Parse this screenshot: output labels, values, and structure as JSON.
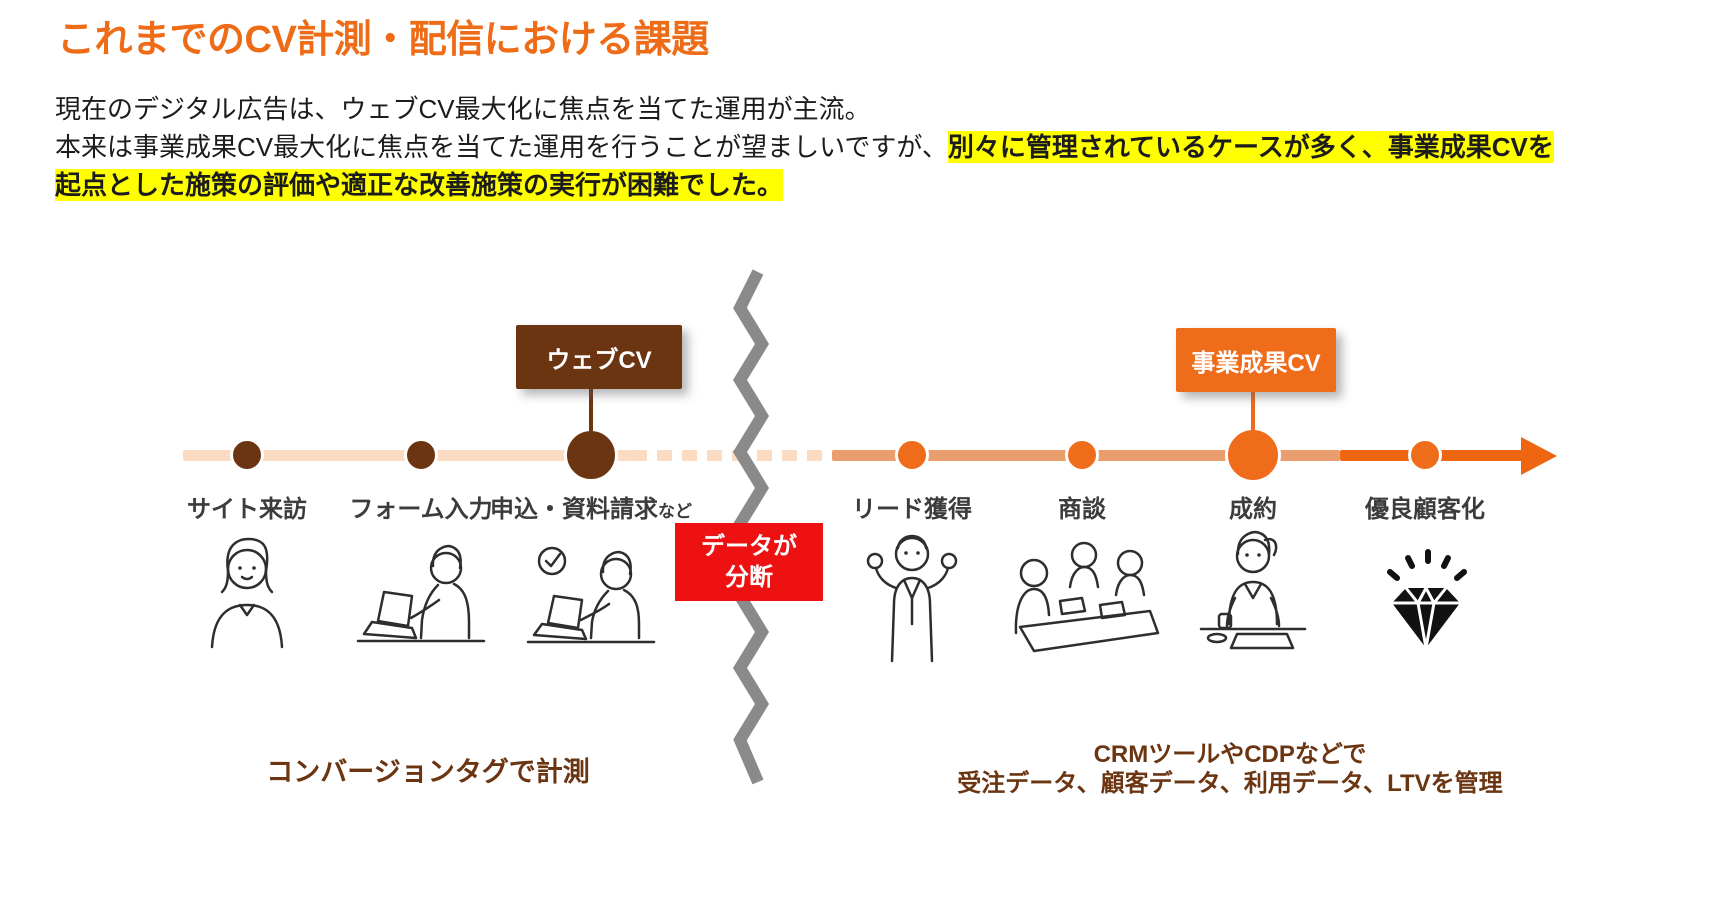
{
  "title": "これまでのCV計測・配信における課題",
  "intro": {
    "line1": "現在のデジタル広告は、ウェブCV最大化に焦点を当てた運用が主流。",
    "line2_normal": "本来は事業成果CV最大化に焦点を当てた運用を行うことが望ましいですが、",
    "line2_highlight": "別々に管理されているケースが多く、事業成果CVを",
    "line3_highlight": "起点とした施策の評価や適正な改善施策の実行が困難でした。"
  },
  "timeline": {
    "web_cv_callout": "ウェブCV",
    "business_cv_callout": "事業成果CV",
    "break_badge": {
      "line1": "データが",
      "line2": "分断"
    },
    "stages": [
      {
        "label": "サイト来訪",
        "icon": "woman-visitor-icon"
      },
      {
        "label": "フォーム入力",
        "icon": "person-typing-laptop-icon"
      },
      {
        "label": "申込・資料請求",
        "suffix": "など",
        "icon": "person-laptop-check-icon"
      },
      {
        "label": "リード獲得",
        "icon": "cheering-businessman-icon"
      },
      {
        "label": "商談",
        "icon": "business-meeting-icon"
      },
      {
        "label": "成約",
        "icon": "woman-signing-contract-icon"
      },
      {
        "label": "優良顧客化",
        "icon": "diamond-icon"
      }
    ]
  },
  "captions": {
    "left": "コンバージョンタグで計測",
    "right_line1": "CRMツールやCDPなどで",
    "right_line2": "受注データ、顧客データ、利用データ、LTVを管理"
  },
  "colors": {
    "accent_orange": "#ee6c17",
    "bright_orange_dot": "#ef6c1a",
    "dark_brown": "#6b3512",
    "light_peach_line": "#fbdcc3",
    "mid_orange_line": "#eb9e6d",
    "alert_red": "#ee1111",
    "zigzag_gray": "#8a8a8a",
    "highlight_yellow": "#ffff00",
    "label_gray": "#3c3c3c"
  }
}
